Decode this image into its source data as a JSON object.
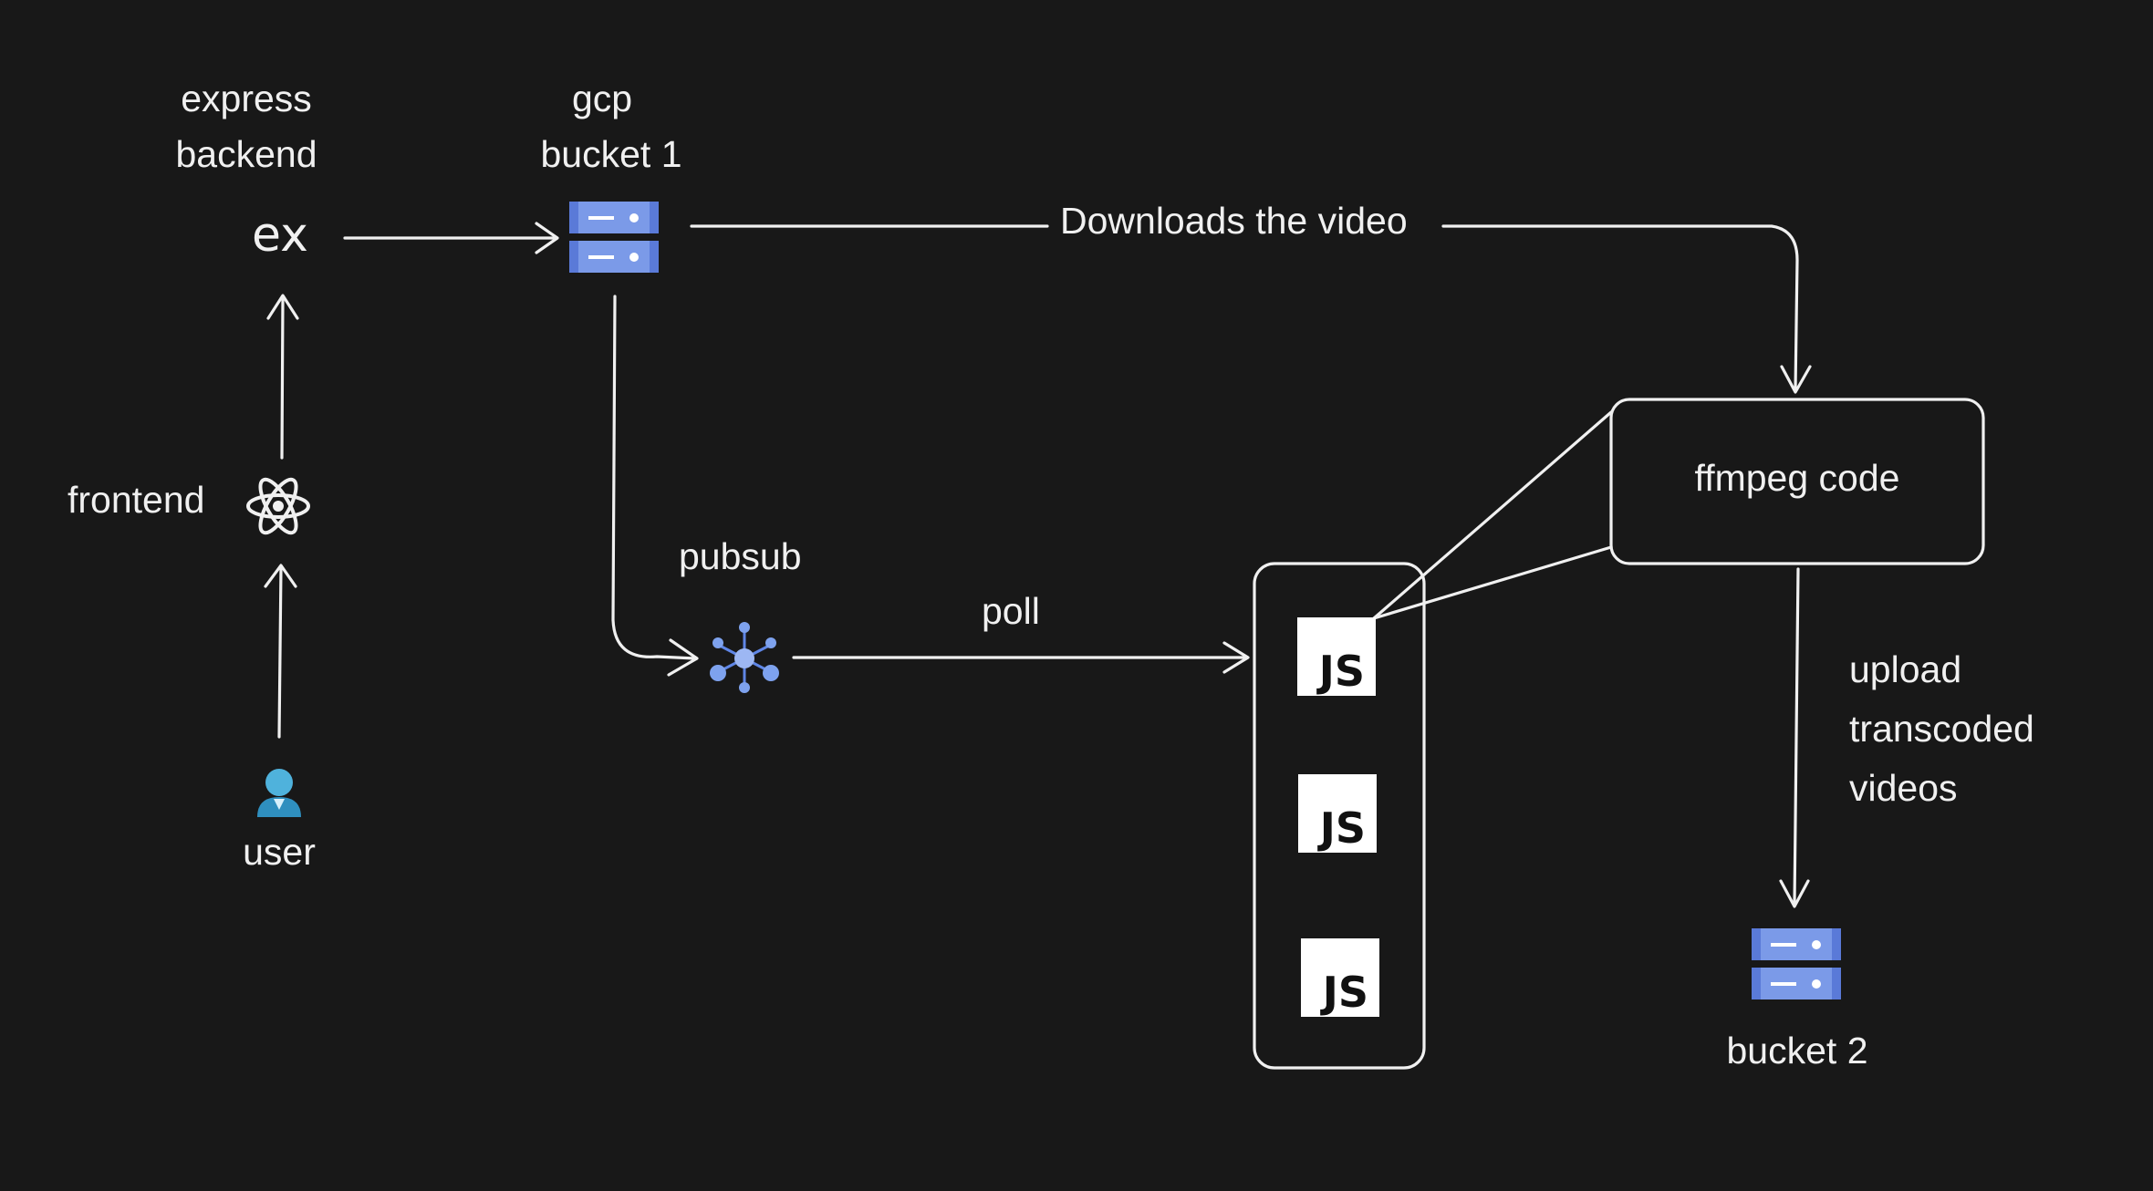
{
  "nodes": {
    "express_backend": {
      "label_line1": "express",
      "label_line2": "backend",
      "icon_text": "ex",
      "icon": "express-icon"
    },
    "gcp_bucket_1": {
      "label_line1": "gcp",
      "label_line2": "bucket 1",
      "icon": "storage-bucket-icon"
    },
    "frontend": {
      "label": "frontend",
      "icon": "react-icon"
    },
    "user": {
      "label": "user",
      "icon": "user-icon"
    },
    "pubsub": {
      "label": "pubsub",
      "icon": "pubsub-hub-icon"
    },
    "ffmpeg": {
      "label": "ffmpeg code"
    },
    "workers": {
      "icon_text": "JS",
      "count": 3,
      "icon": "javascript-icon"
    },
    "bucket_2": {
      "label": "bucket 2",
      "icon": "storage-bucket-icon"
    }
  },
  "edges": {
    "downloads": {
      "label": "Downloads the video"
    },
    "poll": {
      "label": "poll"
    },
    "upload": {
      "line1": "upload",
      "line2": "transcoded",
      "line3": "videos"
    }
  },
  "colors": {
    "background": "#181818",
    "stroke": "#f0f0f0",
    "bucket_blue": "#7b9ae8",
    "bucket_dark": "#5a7ad8",
    "user_blue": "#4fb2dc",
    "pubsub_blue": "#7ea2ee",
    "js_tile": "#ffffff",
    "js_text": "#111111"
  }
}
